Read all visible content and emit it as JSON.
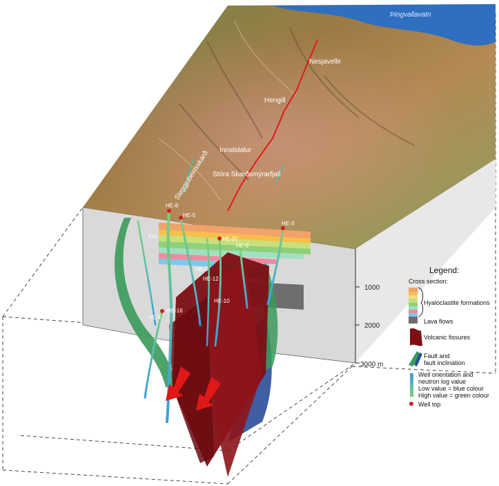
{
  "labels": {
    "lake": "Þingvallavatn",
    "nesjavellir": "Nesjavellir",
    "hengill": "Hengill",
    "innstidalur": "Innstidalur",
    "sleggjubeinsskard": "Sleggjubeinsskarð",
    "stora": "Stóra Skarðsmýrarfjall",
    "he8": "HE-8",
    "he5": "HE-5",
    "he3": "HE-3",
    "kh": "KH-",
    "he21": "HE-21",
    "he9": "HE-9",
    "he1": "HE-1",
    "he12": "HE-12",
    "he10": "HE-10",
    "he4": "HE-4",
    "he16": "HE-16"
  },
  "depth": {
    "d1000": "1000",
    "d2000": "2000",
    "d3000": "3000 m"
  },
  "legend": {
    "title": "Legend:",
    "cross_section": "Cross section:",
    "hyaloclastite": "Hyaloclastite formations",
    "lava": "Lava flows",
    "volcanic": "Volcanic fissures",
    "fault_1": "Fault and",
    "fault_2": "fault inclination",
    "well_1": "Well orientation and",
    "well_2": "neutron log value",
    "well_3": "Low value = blue colour",
    "well_4": "High value = green colour",
    "well_top": "Well top"
  },
  "colors": {
    "hyaloclastite": [
      "#f2a26a",
      "#f7c04a",
      "#f3d98a",
      "#c9e07a",
      "#8fd07a",
      "#9fe0c0",
      "#f08aa0",
      "#7ec8e8"
    ],
    "lava": "#6e6e6e",
    "volcanic": "#7d0f14",
    "fault_green": "#3a9a5a",
    "fault_blue": "#2b4c9a",
    "well_low": "#3aa0e0",
    "well_high": "#7cd07a",
    "well_top": "#d02020",
    "arrow": "#e01818",
    "lake": "#2f6fc0"
  }
}
